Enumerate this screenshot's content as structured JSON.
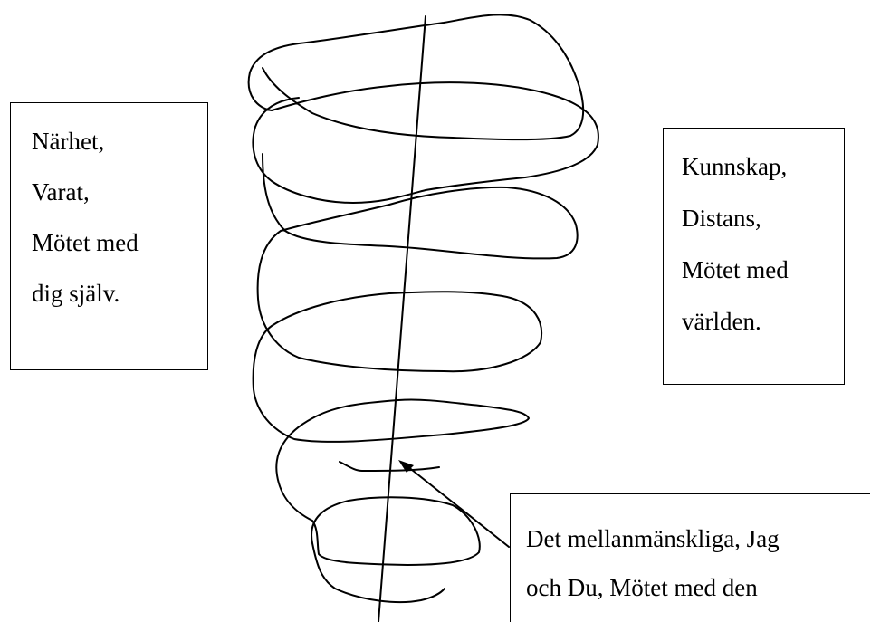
{
  "boxes": {
    "left": {
      "lines": [
        "Närhet,",
        "Varat,",
        "Mötet med",
        "dig själv."
      ]
    },
    "right": {
      "lines": [
        "Kunnskap,",
        "Distans,",
        "Mötet med",
        "världen."
      ]
    },
    "bottom": {
      "lines": [
        "Det mellanmänskliga, Jag",
        "och Du, Mötet med den"
      ]
    }
  },
  "colors": {
    "stroke": "#000000",
    "background": "#ffffff"
  }
}
